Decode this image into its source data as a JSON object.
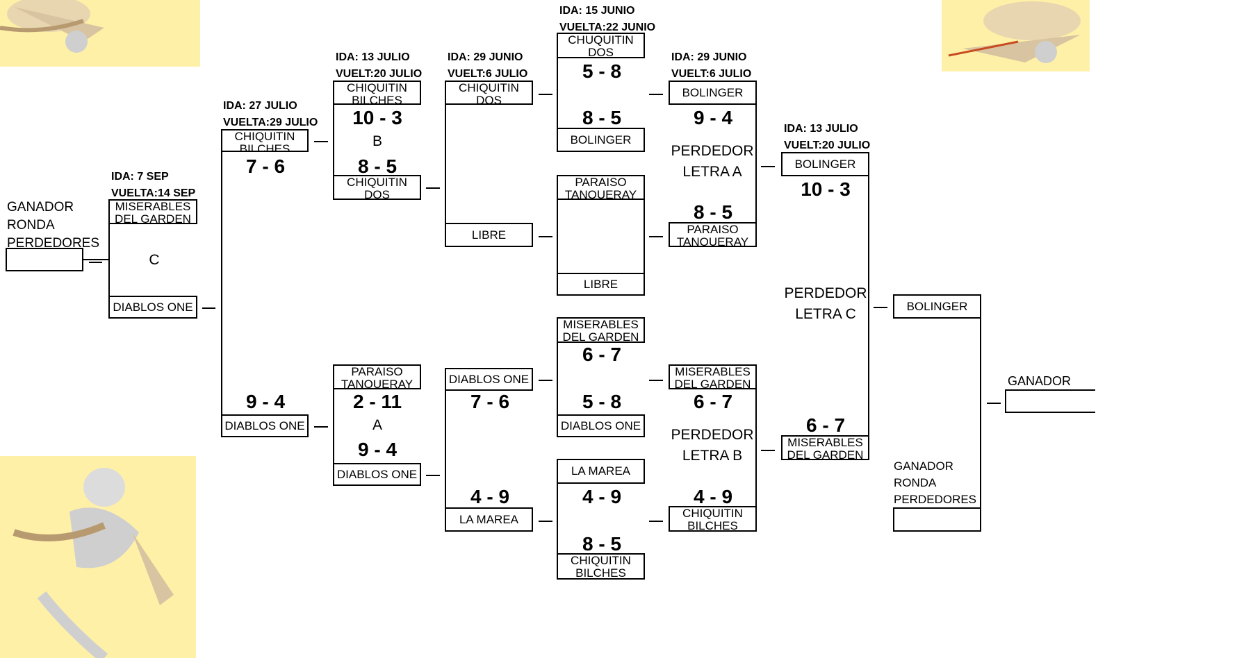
{
  "dates": {
    "r1": {
      "ida": "IDA: 7 SEP",
      "vuelta": "VUELTA:14 SEP"
    },
    "r2": {
      "ida": "IDA: 27 JULIO",
      "vuelta": "VUELTA:29 JULIO"
    },
    "r3": {
      "ida": "IDA: 13 JULIO",
      "vuelta": "VUELT:20 JULIO"
    },
    "r4": {
      "ida": "IDA: 29 JUNIO",
      "vuelta": "VUELT:6 JULIO"
    },
    "r5": {
      "ida": "IDA: 15 JUNIO",
      "vuelta": "VUELTA:22 JUNIO"
    },
    "r6": {
      "ida": "IDA: 29 JUNIO",
      "vuelta": "VUELT:6 JULIO"
    },
    "r7": {
      "ida": "IDA: 13 JULIO",
      "vuelta": "VUELT:20 JULIO"
    }
  },
  "labels": {
    "ganador_ronda_left": [
      "GANADOR",
      "RONDA",
      "PERDEDORES"
    ],
    "ganador_ronda_right": [
      "GANADOR",
      "RONDA",
      "PERDEDORES"
    ],
    "ganador": "GANADOR",
    "letter_c": "C",
    "letter_b": "B",
    "letter_a": "A",
    "perdedor_a": [
      "PERDEDOR",
      "LETRA A"
    ],
    "perdedor_b": [
      "PERDEDOR",
      "LETRA B"
    ],
    "perdedor_c": [
      "PERDEDOR",
      "LETRA C"
    ]
  },
  "teams": {
    "miserables": [
      "MISERABLES",
      "DEL GARDEN"
    ],
    "chiquitin_bilches": [
      "CHIQUITIN",
      "BILCHES"
    ],
    "chiquitin_dos": [
      "CHIQUITIN",
      "DOS"
    ],
    "chuquitin_dos": [
      "CHUQUITIN",
      "DOS"
    ],
    "paraiso": [
      "PARAISO",
      "TANQUERAY"
    ],
    "diablos": "DIABLOS ONE",
    "bolinger": "BOLINGER",
    "libre": "LIBRE",
    "la_marea": "LA MAREA"
  },
  "scores": {
    "r2_top": "7 - 6",
    "r2_bot": "9 - 4",
    "b_1": "10 - 3",
    "b_2": "8 - 5",
    "a_1": "2 - 11",
    "a_2": "9 - 4",
    "r4_dos": "7 - 6",
    "r4_marea": "4 - 9",
    "r5_a1": "5 - 8",
    "r5_a2": "8 - 5",
    "r5_m1": "6 - 7",
    "r5_m2": "5 - 8",
    "r5_l1": "4 - 9",
    "r5_l2": "8 - 5",
    "pa_1": "9 - 4",
    "pa_2": "8 - 5",
    "pb_1": "6 - 7",
    "pb_2": "4 - 9",
    "pc_1": "10 - 3",
    "pc_2": "6 - 7"
  },
  "colors": {
    "decoration": "#fff0a8"
  }
}
